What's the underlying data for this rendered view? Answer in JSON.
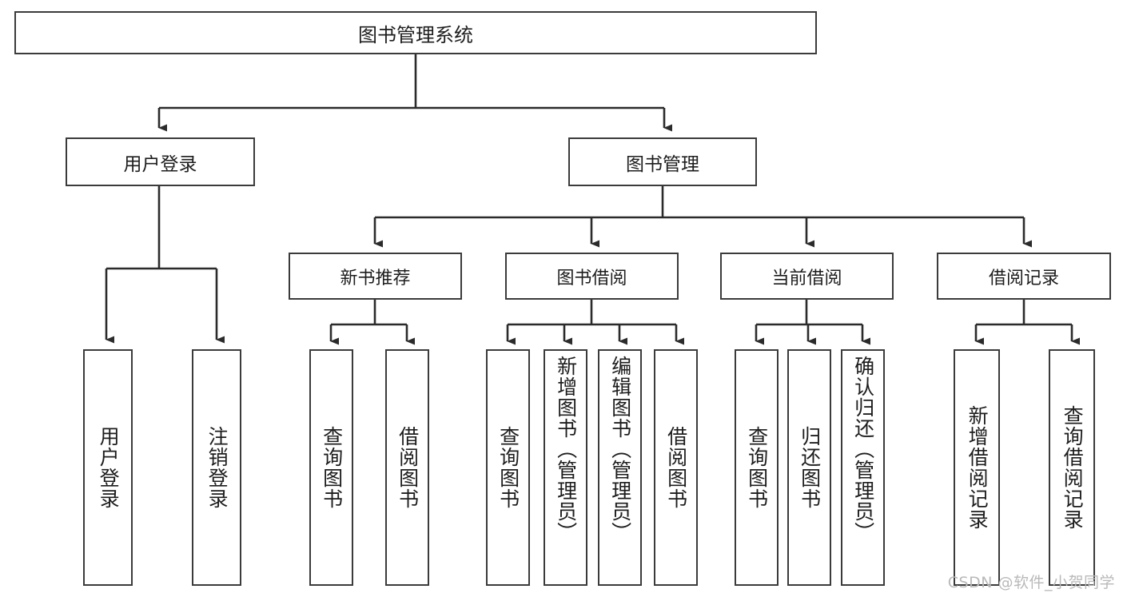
{
  "diagram": {
    "title": "图书管理系统",
    "type": "tree-hierarchy",
    "root": {
      "id": "root",
      "label": "图书管理系统"
    },
    "level2": [
      {
        "id": "user-login",
        "label": "用户登录"
      },
      {
        "id": "book-manage",
        "label": "图书管理"
      }
    ],
    "level3": [
      {
        "id": "new-book-recommend",
        "label": "新书推荐",
        "parent": "book-manage"
      },
      {
        "id": "book-borrow",
        "label": "图书借阅",
        "parent": "book-manage"
      },
      {
        "id": "current-borrow",
        "label": "当前借阅",
        "parent": "book-manage"
      },
      {
        "id": "borrow-record",
        "label": "借阅记录",
        "parent": "book-manage"
      }
    ],
    "leaves": [
      {
        "id": "leaf-user-login",
        "label": "用户登录",
        "parent": "user-login"
      },
      {
        "id": "leaf-logout-login",
        "label": "注销登录",
        "parent": "user-login"
      },
      {
        "id": "leaf-query-book-1",
        "label": "查询图书",
        "parent": "new-book-recommend"
      },
      {
        "id": "leaf-borrow-book-1",
        "label": "借阅图书",
        "parent": "new-book-recommend"
      },
      {
        "id": "leaf-query-book-2",
        "label": "查询图书",
        "parent": "book-borrow"
      },
      {
        "id": "leaf-add-book",
        "label": "新增图书（管理员）",
        "parent": "book-borrow"
      },
      {
        "id": "leaf-edit-book",
        "label": "编辑图书（管理员）",
        "parent": "book-borrow"
      },
      {
        "id": "leaf-borrow-book-2",
        "label": "借阅图书",
        "parent": "book-borrow"
      },
      {
        "id": "leaf-query-book-3",
        "label": "查询图书",
        "parent": "current-borrow"
      },
      {
        "id": "leaf-return-book",
        "label": "归还图书",
        "parent": "current-borrow"
      },
      {
        "id": "leaf-confirm-return",
        "label": "确认归还（管理员）",
        "parent": "current-borrow"
      },
      {
        "id": "leaf-add-record",
        "label": "新增借阅记录",
        "parent": "borrow-record"
      },
      {
        "id": "leaf-query-record",
        "label": "查询借阅记录",
        "parent": "borrow-record"
      }
    ],
    "colors": {
      "stroke": "#3b3b3b",
      "fill": "#ffffff",
      "text": "#1d1d1d",
      "watermark": "#b9b9b9"
    }
  },
  "watermark": {
    "text": "CSDN @软件_小贺同学"
  }
}
